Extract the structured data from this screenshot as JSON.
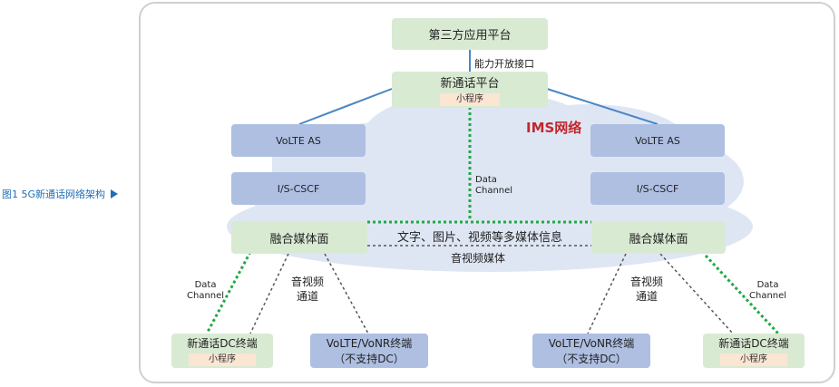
{
  "caption": {
    "text": "图1 5G新通话网络架构"
  },
  "ims": {
    "title": "IMS网络"
  },
  "third_party": {
    "label": "第三方应用平台"
  },
  "capability_interface": {
    "label": "能力开放接口"
  },
  "platform": {
    "label": "新通话平台",
    "sub": "小程序"
  },
  "volte_as_left": {
    "label": "VoLTE AS"
  },
  "volte_as_right": {
    "label": "VoLTE AS"
  },
  "cscf_left": {
    "label": "I/S-CSCF"
  },
  "cscf_right": {
    "label": "I/S-CSCF"
  },
  "media_left": {
    "label": "融合媒体面"
  },
  "media_right": {
    "label": "融合媒体面"
  },
  "data_channel_center": {
    "line1": "Data",
    "line2": "Channel"
  },
  "media_info": {
    "label": "文字、图片、视频等多媒体信息"
  },
  "av_media": {
    "label": "音视频媒体"
  },
  "dc_left": {
    "line1": "Data",
    "line2": "Channel"
  },
  "dc_right": {
    "line1": "Data",
    "line2": "Channel"
  },
  "av_channel_left": {
    "line1": "音视频",
    "line2": "通道"
  },
  "av_channel_right": {
    "line1": "音视频",
    "line2": "通道"
  },
  "terminal_dc_left": {
    "label": "新通话DC终端",
    "sub": "小程序"
  },
  "terminal_dc_right": {
    "label": "新通话DC终端",
    "sub": "小程序"
  },
  "terminal_volte_left": {
    "line1": "VoLTE/VoNR终端",
    "line2": "（不支持DC）"
  },
  "terminal_volte_right": {
    "line1": "VoLTE/VoNR终端",
    "line2": "（不支持DC）"
  },
  "colors": {
    "green_box": "#d9ead3",
    "blue_box": "#aebfe2",
    "cloud": "#dfe6f3",
    "green_dotted": "#22a845",
    "gray_dotted": "#555555",
    "line_blue": "#4a86c5",
    "ims_red": "#c0282d",
    "caption_blue": "#1f6fb8"
  }
}
